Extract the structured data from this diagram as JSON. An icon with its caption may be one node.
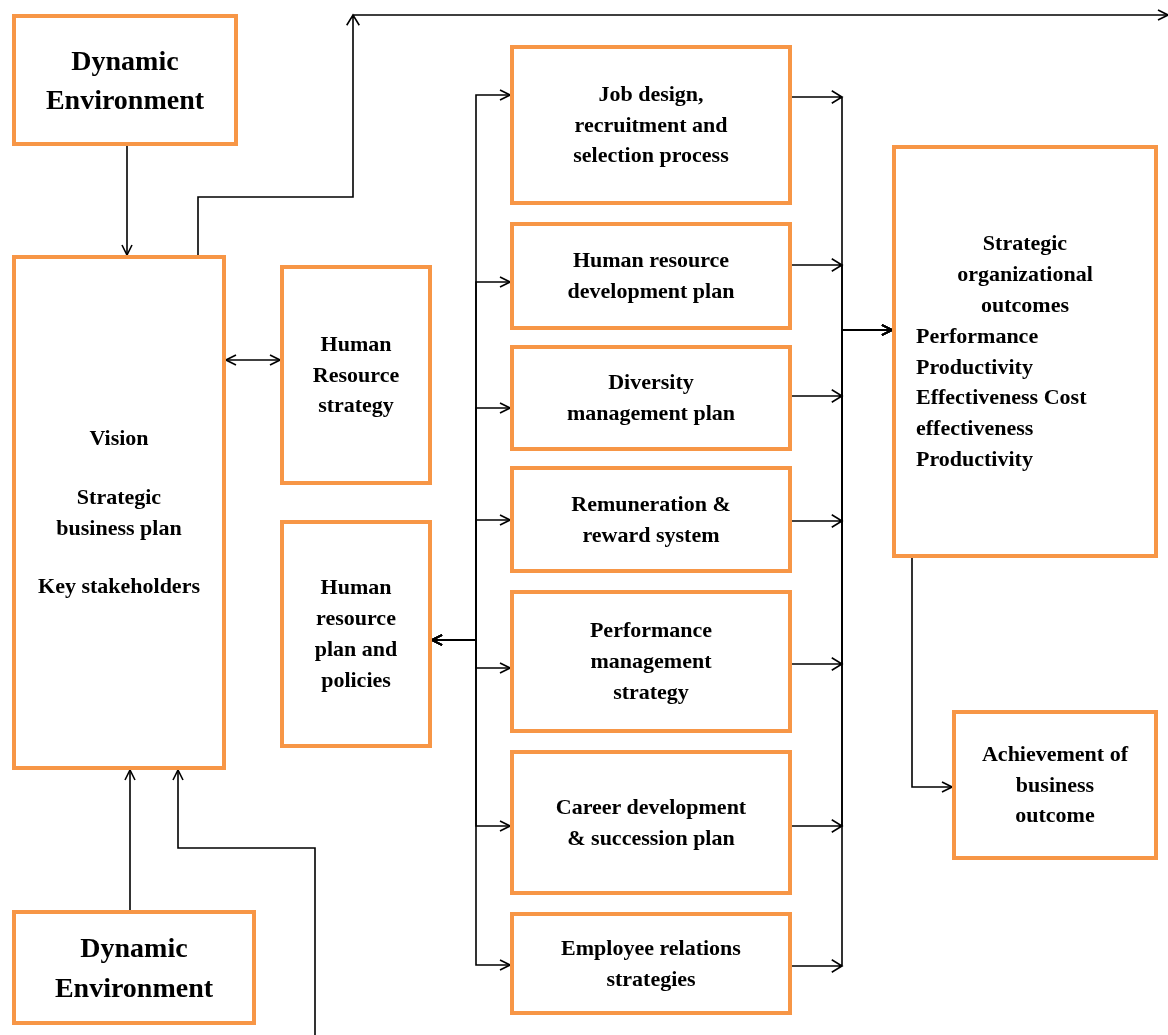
{
  "diagram": {
    "nodes": [
      {
        "text": [
          "Dynamic Environment"
        ]
      },
      {
        "text": [
          "Vision",
          "Strategic business plan",
          "Key stakeholders"
        ]
      },
      {
        "text": [
          "Human Resource strategy"
        ]
      },
      {
        "text": [
          "Human resource plan and policies"
        ]
      },
      {
        "text": [
          "Job design, recruitment and selection process"
        ]
      },
      {
        "text": [
          "Human resource development plan"
        ]
      },
      {
        "text": [
          "Diversity management plan"
        ]
      },
      {
        "text": [
          "Remuneration & reward system"
        ]
      },
      {
        "text": [
          "Performance management strategy"
        ]
      },
      {
        "text": [
          "Career development & succession plan"
        ]
      },
      {
        "text": [
          "Employee relations strategies"
        ]
      },
      {
        "text": [
          "Strategic organizational outcomes",
          "Performance",
          "Productivity",
          "Effectiveness  Cost effectiveness",
          "Productivity"
        ]
      },
      {
        "text": [
          "Achievement of business outcome"
        ]
      },
      {
        "text": [
          "Dynamic Environment"
        ]
      }
    ],
    "edges": [
      {
        "from": 0,
        "to": 1,
        "arrow": "to"
      },
      {
        "from": 13,
        "to": 1,
        "arrow": "to"
      },
      {
        "from": null,
        "to": 1,
        "arrow": "to"
      },
      {
        "from": 1,
        "to": null,
        "arrow": "to"
      },
      {
        "from": 1,
        "to": 2,
        "arrow": "both"
      },
      {
        "from": 3,
        "to": 4,
        "arrow": "both"
      },
      {
        "from": 3,
        "to": 5,
        "arrow": "both"
      },
      {
        "from": 3,
        "to": 6,
        "arrow": "both"
      },
      {
        "from": 3,
        "to": 7,
        "arrow": "both"
      },
      {
        "from": 3,
        "to": 8,
        "arrow": "both"
      },
      {
        "from": 3,
        "to": 9,
        "arrow": "both"
      },
      {
        "from": 3,
        "to": 10,
        "arrow": "both"
      },
      {
        "from": 4,
        "to": 11,
        "arrow": "to"
      },
      {
        "from": 5,
        "to": 11,
        "arrow": "to"
      },
      {
        "from": 6,
        "to": 11,
        "arrow": "to"
      },
      {
        "from": 7,
        "to": 11,
        "arrow": "to"
      },
      {
        "from": 8,
        "to": 11,
        "arrow": "to"
      },
      {
        "from": 9,
        "to": 11,
        "arrow": "to"
      },
      {
        "from": 10,
        "to": 11,
        "arrow": "to"
      },
      {
        "from": 11,
        "to": 12,
        "arrow": "to"
      }
    ]
  }
}
